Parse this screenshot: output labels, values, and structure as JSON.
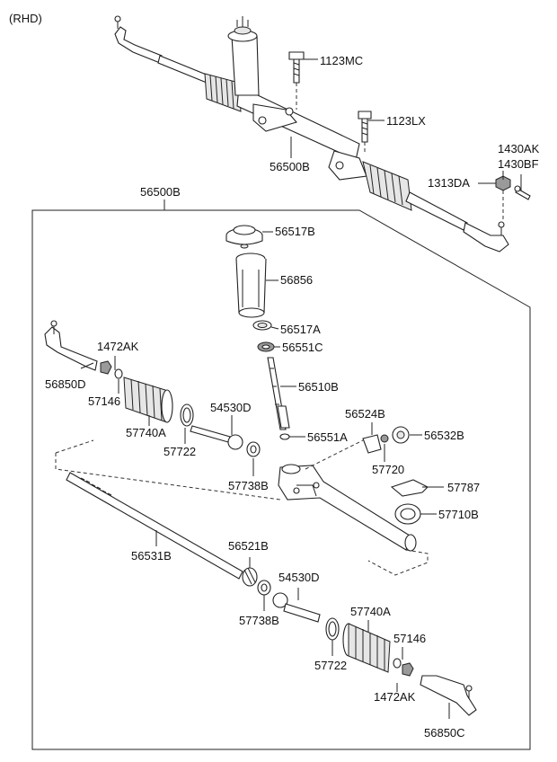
{
  "header": {
    "variant": "(RHD)"
  },
  "callouts": {
    "c1123MC": "1123MC",
    "c1123LX": "1123LX",
    "c56500B_top": "56500B",
    "c1430AK": "1430AK",
    "c1430BF": "1430BF",
    "c1313DA": "1313DA",
    "c56500B_box": "56500B",
    "c56517B": "56517B",
    "c56856": "56856",
    "c56517A": "56517A",
    "c56551C": "56551C",
    "c56510B": "56510B",
    "c56551A": "56551A",
    "c1472AK_top": "1472AK",
    "c56850D": "56850D",
    "c57146_top": "57146",
    "c57740A_top": "57740A",
    "c57722_top": "57722",
    "c54530D_top": "54530D",
    "c57738B_top": "57738B",
    "c56524B": "56524B",
    "c56532B": "56532B",
    "c57720": "57720",
    "c57787": "57787",
    "c57710B": "57710B",
    "c56531B": "56531B",
    "c56521B": "56521B",
    "c54530D_bot": "54530D",
    "c57738B_bot": "57738B",
    "c57740A_bot": "57740A",
    "c57146_bot": "57146",
    "c57722_bot": "57722",
    "c1472AK_bot": "1472AK",
    "c56850C": "56850C"
  }
}
